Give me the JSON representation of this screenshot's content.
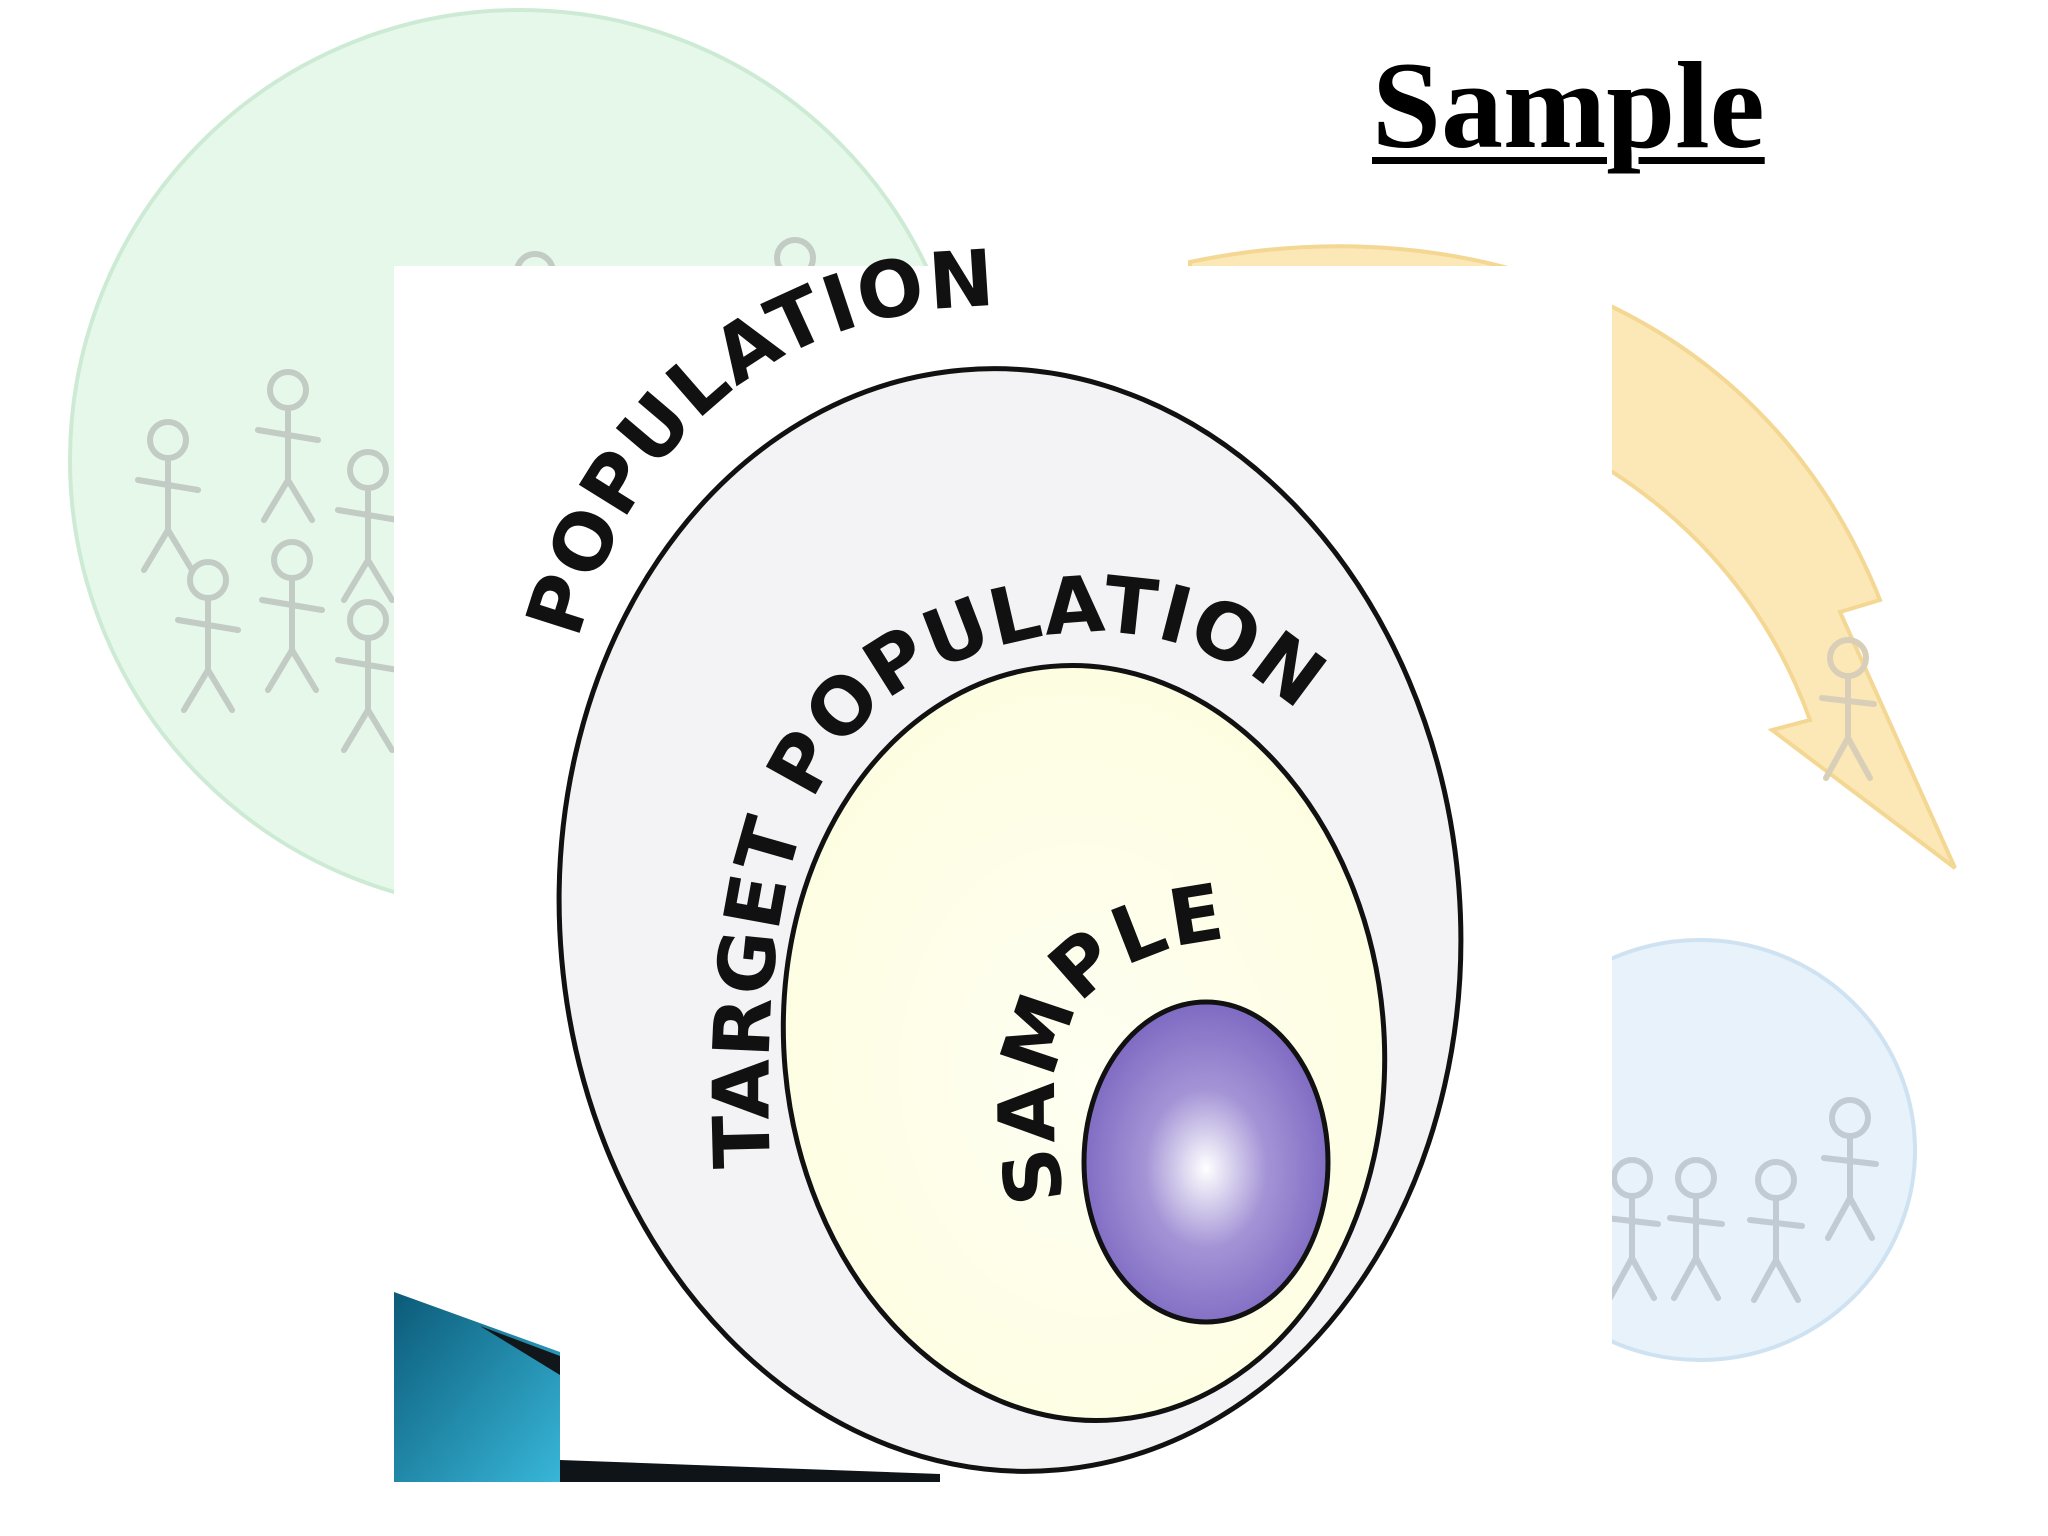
{
  "slide": {
    "title": "Sample"
  },
  "diagram": {
    "labels": {
      "population": "POPULATION",
      "target_population": "TARGET POPULATION",
      "sample": "SAMPLE"
    },
    "colors": {
      "population_fill": "#f3f3f5",
      "target_population_fill": "#fdfde0",
      "sample_fill": "#7a66c0",
      "sample_highlight": "#ffffff",
      "outline": "#111111",
      "bg_people_circle": "#d8f4dc",
      "bg_arrow": "#f9dc8e",
      "bg_group_circle": "#dcecf8",
      "corner_accent": "#1a8cb0"
    }
  }
}
